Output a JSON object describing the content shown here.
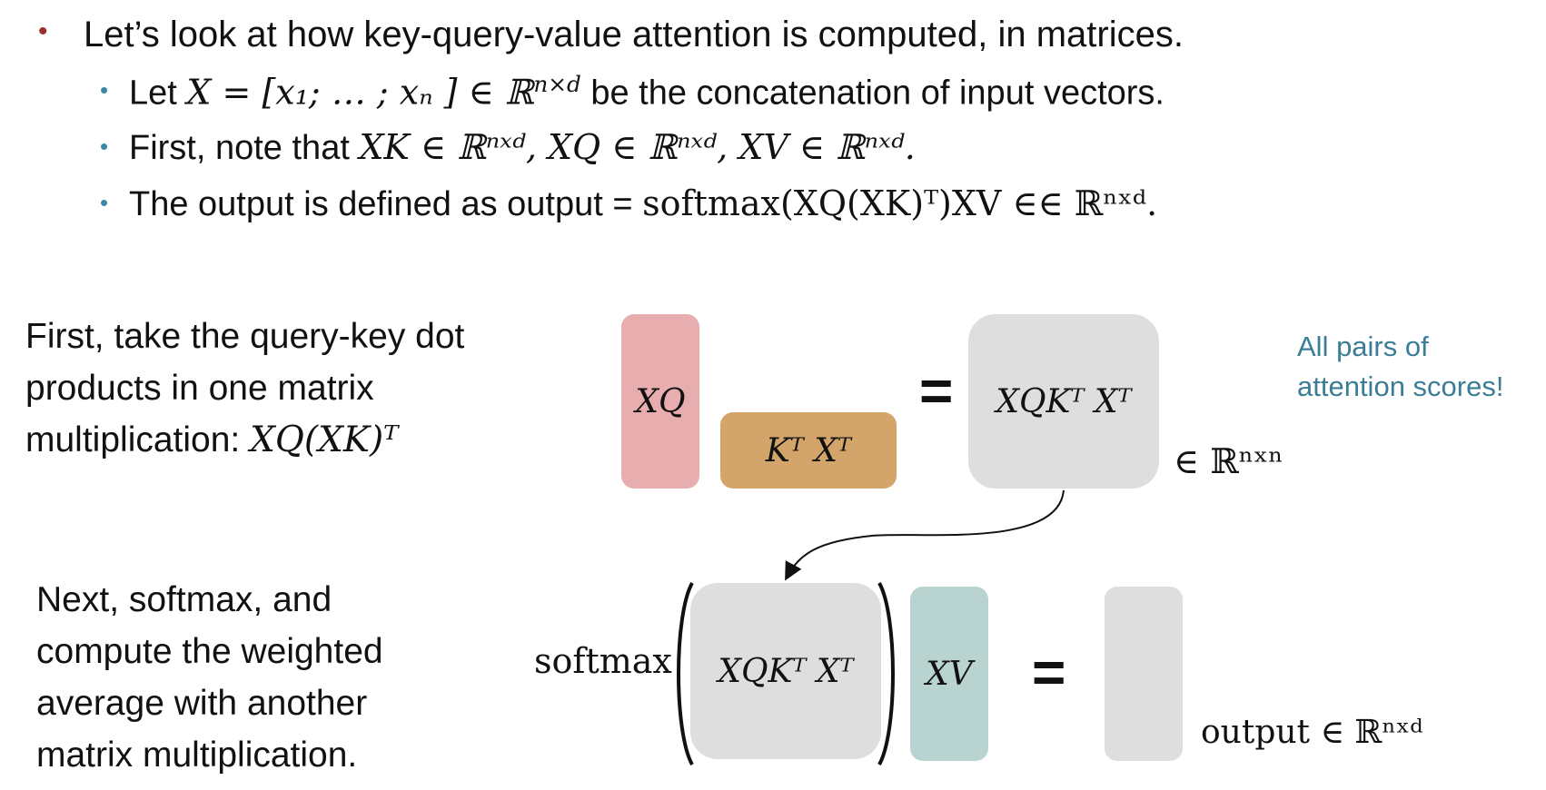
{
  "bullets": {
    "main": "Let’s look at how key-query-value attention is computed, in matrices.",
    "sub1_lead": "Let ",
    "sub1_math": "X = [x₁; … ; xₙ ] ∈ ℝ",
    "sub1_sup": "n×d",
    "sub1_tail": " be the concatenation of input vectors.",
    "sub2_lead": "First, note that ",
    "sub2_math": "XK ∈ ℝⁿˣᵈ, XQ ∈ ℝⁿˣᵈ, XV ∈ ℝⁿˣᵈ.",
    "sub3_lead": "The output is defined as output = ",
    "sub3_math": "softmax(XQ(XK)ᵀ)XV ∈∈ ℝⁿˣᵈ."
  },
  "step1": {
    "text_line1": "First, take the query-key dot",
    "text_line2": "products in one matrix",
    "text_line3_lead": "multiplication: ",
    "text_line3_math": "XQ(XK)ᵀ",
    "xq_label": "XQ",
    "kt_label": "Kᵀ Xᵀ",
    "equals": "=",
    "result_label": "XQKᵀ Xᵀ",
    "dim_label": "∈ ℝⁿˣⁿ",
    "note_line1": "All pairs of",
    "note_line2": "attention scores!"
  },
  "step2": {
    "text_line1": "Next, softmax, and",
    "text_line2": "compute the weighted",
    "text_line3": "average with another",
    "text_line4": "matrix multiplication.",
    "softmax_label": "softmax",
    "scores_label": "XQKᵀ Xᵀ",
    "xv_label": "XV",
    "equals": "=",
    "output_label": "output ∈ ℝⁿˣᵈ"
  },
  "colors": {
    "xq_box": "#e8adae",
    "kt_box": "#d3a56b",
    "gray_box": "#dedede",
    "xv_box": "#b9d3d0",
    "note_text": "#3b7d97",
    "bullet_red": "#9b2d2a",
    "bullet_teal": "#3b87a6"
  }
}
